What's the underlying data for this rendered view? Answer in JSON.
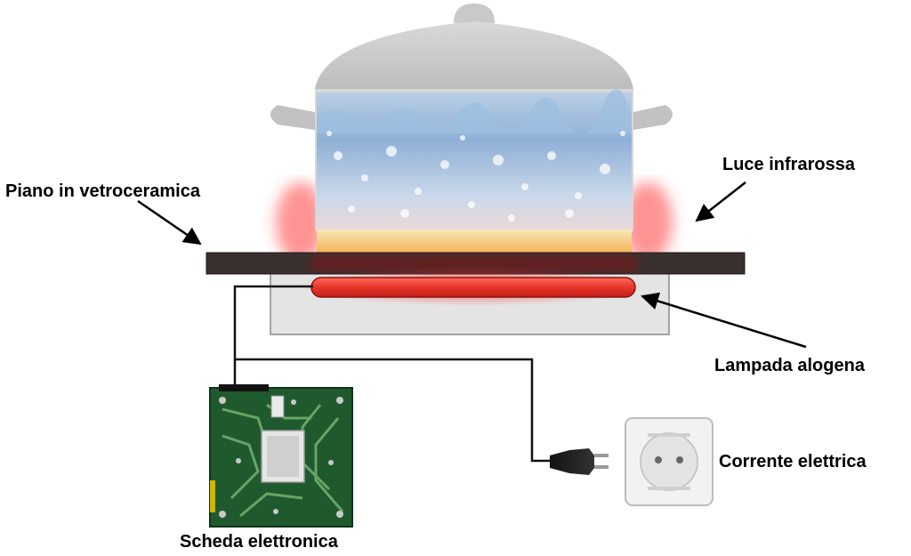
{
  "labels": {
    "glass_ceramic_top": "Piano in vetroceramica",
    "infrared_light": "Luce infrarossa",
    "halogen_lamp": "Lampada alogena",
    "electric_current": "Corrente elettrica",
    "circuit_board": "Scheda elettronica"
  }
}
